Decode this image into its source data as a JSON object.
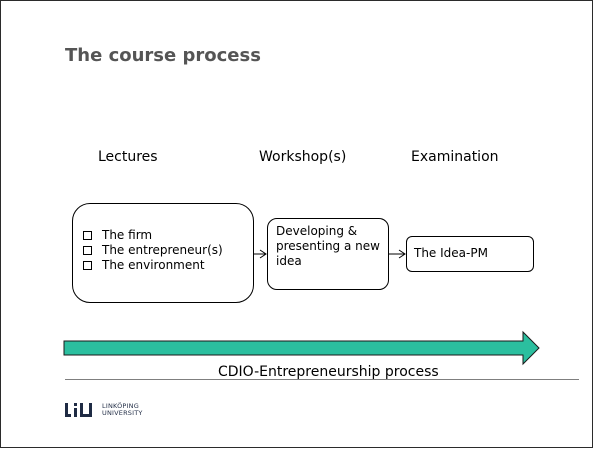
{
  "slide": {
    "title": "The course process",
    "columns": [
      "Lectures",
      "Workshop(s)",
      "Examination"
    ],
    "lectures_box": {
      "items": [
        "The firm",
        "The entrepreneur(s)",
        "The environment"
      ]
    },
    "workshop_box": {
      "lines": [
        "Developing &",
        "presenting a new",
        "idea"
      ]
    },
    "examination_box": {
      "text": "The Idea-PM"
    },
    "process_arrow": {
      "label": "CDIO-Entrepreneurship process",
      "color": "#2bbf9f"
    }
  },
  "footer": {
    "logo": {
      "mark": "LiU",
      "lines": [
        "LINKÖPING",
        "UNIVERSITY"
      ],
      "color": "#1f2b44"
    }
  }
}
